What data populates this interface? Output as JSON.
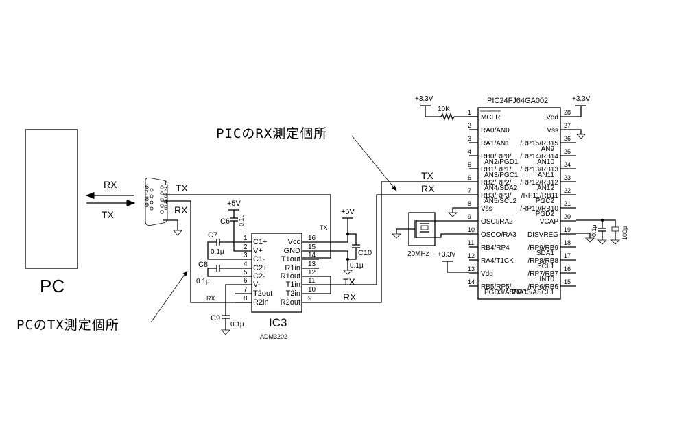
{
  "pc": {
    "label": "PC"
  },
  "pc_link": {
    "rx_label": "RX",
    "tx_label": "TX"
  },
  "db9": {
    "pins": [
      "1",
      "2",
      "3",
      "4",
      "5",
      "6",
      "7",
      "8",
      "9"
    ],
    "tx_label": "TX",
    "rx_label": "RX"
  },
  "annotations": {
    "pic_rx": "PICのRX測定個所",
    "pc_tx": "PCのTX測定個所"
  },
  "ic3": {
    "name": "IC3",
    "part": "ADM3202",
    "left_pins": [
      {
        "num": "1",
        "name": "C1+"
      },
      {
        "num": "2",
        "name": "V+"
      },
      {
        "num": "3",
        "name": "C1-"
      },
      {
        "num": "4",
        "name": "C2+"
      },
      {
        "num": "5",
        "name": "C2-"
      },
      {
        "num": "6",
        "name": "V-"
      },
      {
        "num": "7",
        "name": "T2out"
      },
      {
        "num": "8",
        "name": "R2in"
      }
    ],
    "right_pins": [
      {
        "num": "16",
        "name": "Vcc"
      },
      {
        "num": "15",
        "name": "GND"
      },
      {
        "num": "14",
        "name": "T1out"
      },
      {
        "num": "13",
        "name": "R1in"
      },
      {
        "num": "12",
        "name": "R1out"
      },
      {
        "num": "11",
        "name": "T1in"
      },
      {
        "num": "10",
        "name": "T2in"
      },
      {
        "num": "9",
        "name": "R2out"
      }
    ],
    "net_tx_small": "TX",
    "net_rx_small": "RX",
    "net_tx": "TX",
    "net_rx": "RX"
  },
  "caps": {
    "c6": {
      "name": "C6",
      "value": "0.1μ",
      "supply": "+5V"
    },
    "c7": {
      "name": "C7",
      "value": "0.1μ"
    },
    "c8": {
      "name": "C8",
      "value": "0.1μ"
    },
    "c9": {
      "name": "C9",
      "value": "0.1μ"
    },
    "c10": {
      "name": "C10",
      "value": "0.1μ",
      "supply": "+5V"
    },
    "vcap_c": {
      "value": "0.1μ"
    },
    "vcap_e": {
      "value": "100μ"
    }
  },
  "pic": {
    "name": "PIC24FJ64GA002",
    "left_pins": [
      {
        "num": "1",
        "name": "MCLR",
        "name2": ""
      },
      {
        "num": "2",
        "name": "RA0/AN0",
        "name2": ""
      },
      {
        "num": "3",
        "name": "RA1/AN1",
        "name2": ""
      },
      {
        "num": "4",
        "name": "RB0/RP0/",
        "name2": "AN2/PGD1"
      },
      {
        "num": "5",
        "name": "RB1/RP1/",
        "name2": "AN3/PGC1"
      },
      {
        "num": "6",
        "name": "RB2/RP2/",
        "name2": "AN4/SDA2"
      },
      {
        "num": "7",
        "name": "RB3/RP3/",
        "name2": "AN5/SCL2"
      },
      {
        "num": "8",
        "name": "Vss",
        "name2": ""
      },
      {
        "num": "9",
        "name": "OSCI/RA2",
        "name2": ""
      },
      {
        "num": "10",
        "name": "OSCO/RA3",
        "name2": ""
      },
      {
        "num": "11",
        "name": "RB4/RP4",
        "name2": ""
      },
      {
        "num": "12",
        "name": "RA4/T1CK",
        "name2": ""
      },
      {
        "num": "13",
        "name": "Vdd",
        "name2": ""
      },
      {
        "num": "14",
        "name": "RB5/RP5/",
        "name2": "PGD3/ASDA1"
      }
    ],
    "right_pins": [
      {
        "num": "28",
        "name": "Vdd",
        "name2": ""
      },
      {
        "num": "27",
        "name": "Vss",
        "name2": ""
      },
      {
        "num": "26",
        "name": "/RP15/RB15",
        "name2": "AN9"
      },
      {
        "num": "25",
        "name": "/RP14/RB14",
        "name2": "AN10"
      },
      {
        "num": "24",
        "name": "/RP13/RB13",
        "name2": "AN11"
      },
      {
        "num": "23",
        "name": "/RP12/RB12",
        "name2": "AN12"
      },
      {
        "num": "22",
        "name": "/RP11/RB11",
        "name2": "PGC2"
      },
      {
        "num": "21",
        "name": "/RP10/RB10",
        "name2": "PGD2"
      },
      {
        "num": "20",
        "name": "VCAP",
        "name2": ""
      },
      {
        "num": "19",
        "name": "DISVREG",
        "name2": ""
      },
      {
        "num": "18",
        "name": "/RP9/RB9",
        "name2": "SDA1"
      },
      {
        "num": "17",
        "name": "/RP8/RB8",
        "name2": "SCL1"
      },
      {
        "num": "16",
        "name": "/RP7/RB7",
        "name2": "INT0"
      },
      {
        "num": "15",
        "name": "/RP6/RB6",
        "name2": "PGC3/ASCL1"
      }
    ],
    "net_tx": "TX",
    "net_rx": "RX",
    "supply_left": "+3.3V",
    "supply_right": "+3.3V",
    "supply_vdd13": "+3.3V",
    "mclr_resistor": "10K"
  },
  "crystal": {
    "label": "20MHz"
  }
}
